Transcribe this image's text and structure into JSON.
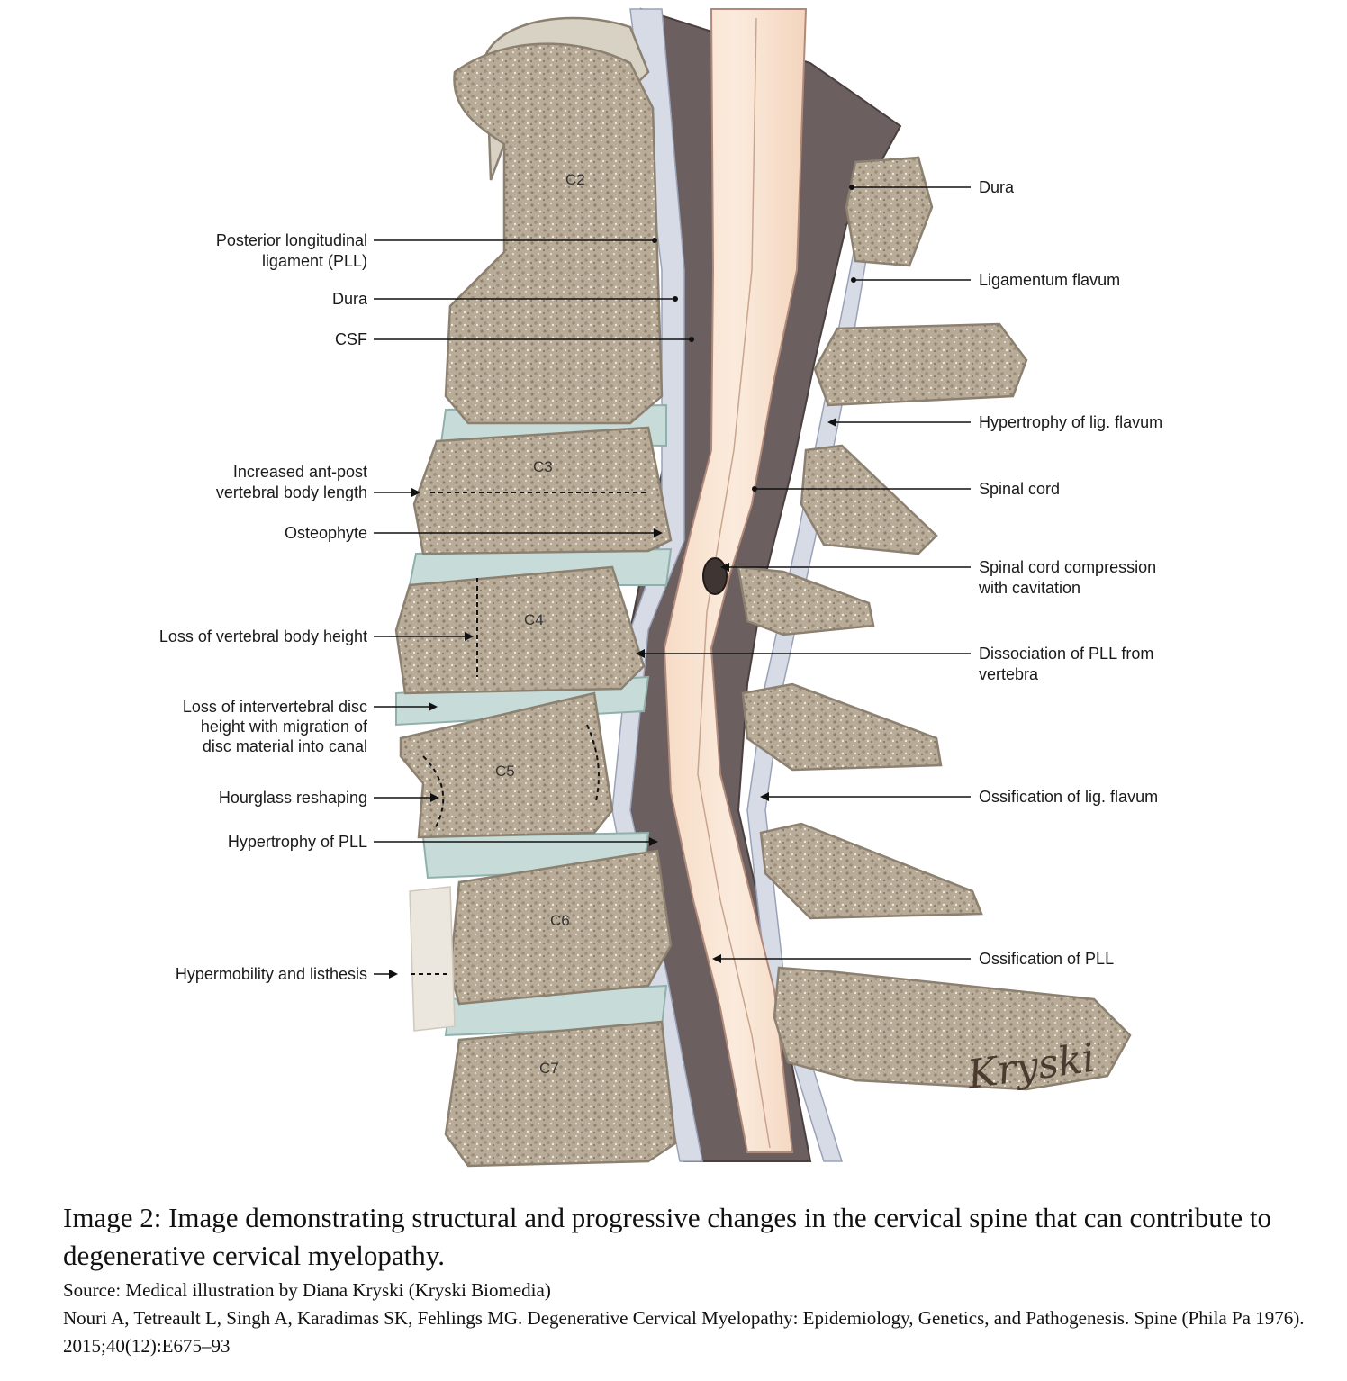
{
  "figure": {
    "vertebrae": [
      "C2",
      "C3",
      "C4",
      "C5",
      "C6",
      "C7"
    ],
    "left_labels": [
      {
        "key": "pll",
        "lines": [
          "Posterior longitudinal",
          "ligament (PLL)"
        ]
      },
      {
        "key": "dura",
        "lines": [
          "Dura"
        ]
      },
      {
        "key": "csf",
        "lines": [
          "CSF"
        ]
      },
      {
        "key": "ap_length",
        "lines": [
          "Increased ant-post",
          "vertebral body length"
        ]
      },
      {
        "key": "osteophyte",
        "lines": [
          "Osteophyte"
        ]
      },
      {
        "key": "loss_height",
        "lines": [
          "Loss of vertebral body height"
        ]
      },
      {
        "key": "disc_loss",
        "lines": [
          "Loss of intervertebral disc",
          "height with migration of",
          "disc material into canal"
        ]
      },
      {
        "key": "hourglass",
        "lines": [
          "Hourglass reshaping"
        ]
      },
      {
        "key": "hyp_pll",
        "lines": [
          "Hypertrophy of PLL"
        ]
      },
      {
        "key": "listhesis",
        "lines": [
          "Hypermobility and listhesis"
        ]
      }
    ],
    "right_labels": [
      {
        "key": "dura_r",
        "lines": [
          "Dura"
        ]
      },
      {
        "key": "lig_flavum",
        "lines": [
          "Ligamentum flavum"
        ]
      },
      {
        "key": "hyp_flavum",
        "lines": [
          "Hypertrophy of lig. flavum"
        ]
      },
      {
        "key": "spinal_cord",
        "lines": [
          "Spinal cord"
        ]
      },
      {
        "key": "compression",
        "lines": [
          "Spinal cord compression",
          "with cavitation"
        ]
      },
      {
        "key": "dissociation",
        "lines": [
          "Dissociation of PLL from",
          "vertebra"
        ]
      },
      {
        "key": "oss_flavum",
        "lines": [
          "Ossification of lig. flavum"
        ]
      },
      {
        "key": "oss_pll",
        "lines": [
          "Ossification of PLL"
        ]
      }
    ],
    "signature": "Kryski"
  },
  "caption": {
    "title": "Image 2: Image demonstrating structural and progressive changes in the cervical spine that can contribute to degenerative cervical myelopathy.",
    "source": "Source: Medical illustration by Diana Kryski (Kryski Biomedia)",
    "reference": "Nouri A, Tetreault L, Singh A, Karadimas SK, Fehlings MG. Degenerative Cervical Myelopathy: Epidemiology, Genetics, and Pathogenesis. Spine (Phila Pa 1976). 2015;40(12):E675–93"
  }
}
